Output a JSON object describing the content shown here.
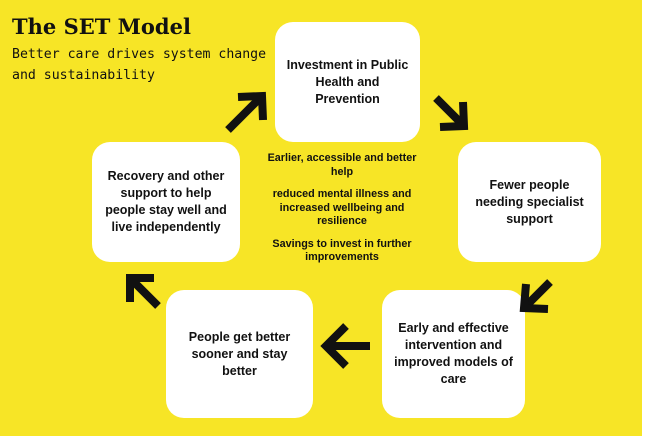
{
  "header": {
    "title": "The SET Model",
    "subtitle": "Better care drives system change and sustainability"
  },
  "boxes": {
    "investment": "Investment in Public Health and Prevention",
    "fewer": "Fewer people needing specialist support",
    "early": "Early and effective intervention and improved models of care",
    "better": "People get better sooner and stay better",
    "recovery": "Recovery and other support to help people stay well and live independently"
  },
  "center_text": [
    "Earlier, accessible and better help",
    "reduced mental illness and increased wellbeing and resilience",
    "Savings to invest in further improvements"
  ],
  "colors": {
    "background": "#f7e526",
    "box": "#ffffff",
    "arrow": "#111111"
  }
}
